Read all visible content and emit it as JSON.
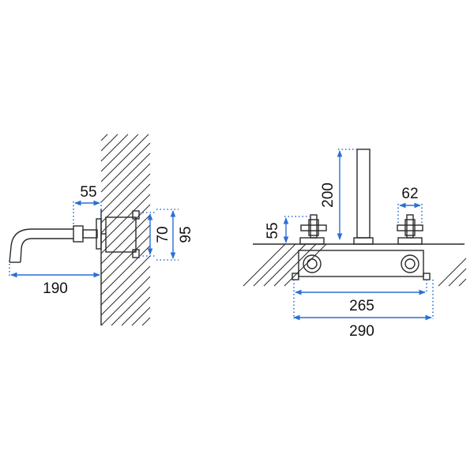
{
  "colors": {
    "outline": "#2a2a2a",
    "dimension": "#2a6fd6",
    "text": "#111111",
    "background": "#ffffff"
  },
  "side_view": {
    "dim_55": "55",
    "dim_190": "190",
    "dim_70": "70",
    "dim_95": "95"
  },
  "front_view": {
    "dim_200": "200",
    "dim_62": "62",
    "dim_55": "55",
    "dim_265": "265",
    "dim_290": "290"
  }
}
